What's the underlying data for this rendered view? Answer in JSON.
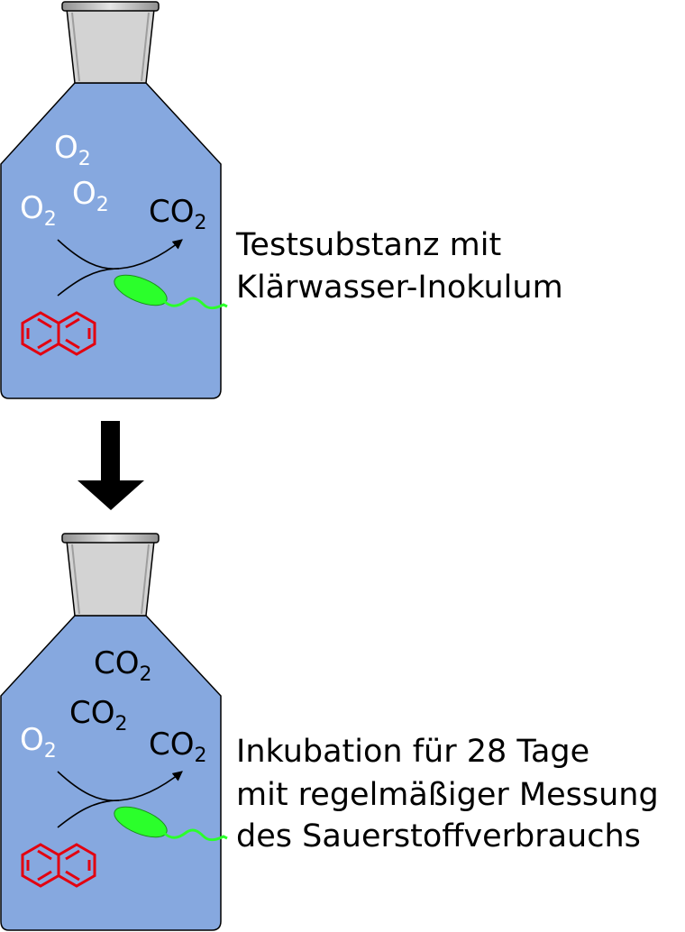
{
  "colors": {
    "liquid": "#86A8DF",
    "stopper": "#D3D3D3",
    "stopper_shade": "#9E9E9E",
    "molecule": "#E3000F",
    "bacterium": "#2BFF2B",
    "oxygen_text": "#FFFFFF",
    "co2_text": "#000000",
    "arrow": "#000000"
  },
  "step1": {
    "caption_line1": "Testsubstanz mit",
    "caption_line2": "Klärwasser-Inokulum",
    "gases": [
      {
        "base": "O",
        "sub": "2"
      },
      {
        "base": "O",
        "sub": "2"
      },
      {
        "base": "O",
        "sub": "2"
      }
    ],
    "product": {
      "base": "CO",
      "sub": "2"
    }
  },
  "transition_icon": "down-arrow-icon",
  "step2": {
    "caption_line1": "Inkubation für 28 Tage",
    "caption_line2": "mit regelmäßiger Messung",
    "caption_line3": "des Sauerstoffverbrauchs",
    "gases": [
      {
        "base": "CO",
        "sub": "2"
      },
      {
        "base": "CO",
        "sub": "2"
      },
      {
        "base": "O",
        "sub": "2"
      }
    ],
    "product": {
      "base": "CO",
      "sub": "2"
    }
  }
}
